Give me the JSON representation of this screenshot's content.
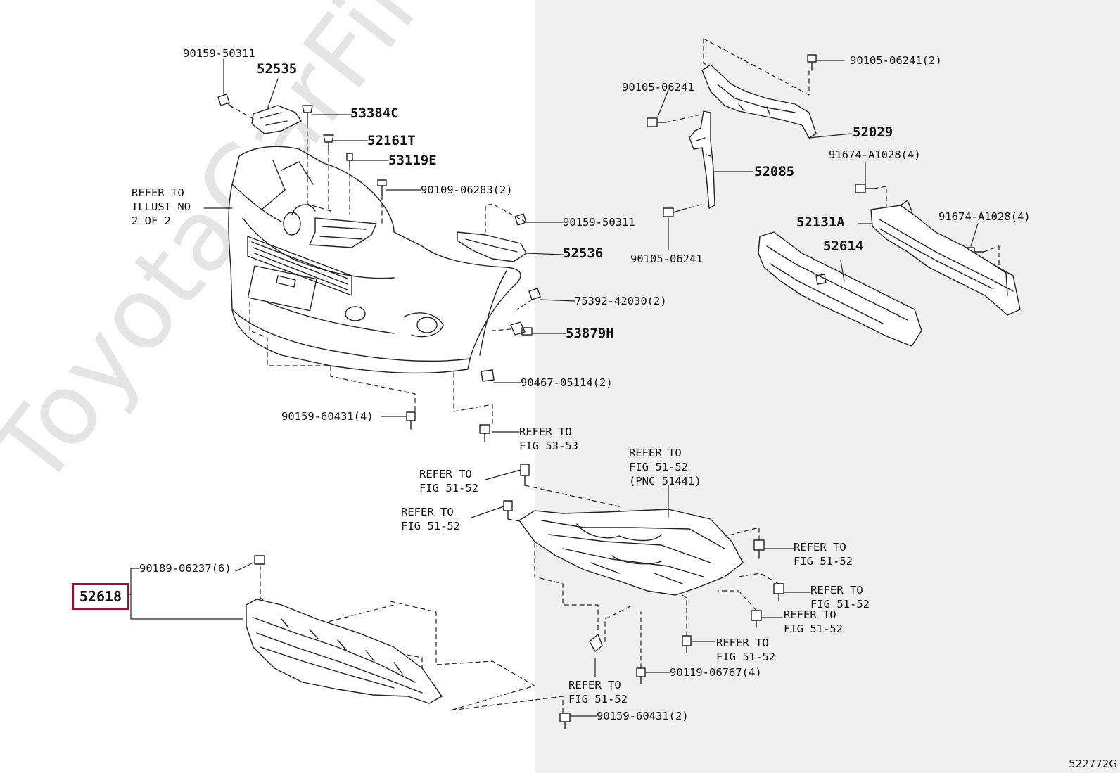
{
  "watermark": "ToyotaCarFine.ru",
  "diagram_code": "522772G",
  "selected_part": "52618",
  "labels": {
    "p90159_50311_a": "90159-50311",
    "p52535": "52535",
    "p53384c": "53384C",
    "p52161t": "52161T",
    "p53119e": "53119E",
    "p90109_06283": "90109-06283(2)",
    "refer_illust": "REFER TO\nILLUST NO\n2 OF 2",
    "p90159_50311_b": "90159-50311",
    "p52536": "52536",
    "p75392_42030": "75392-42030(2)",
    "p53879h": "53879H",
    "p90467_05114": "90467-05114(2)",
    "p90159_60431_4": "90159-60431(4)",
    "refer_53_53": "REFER TO\nFIG 53-53",
    "p90105_06241_2": "90105-06241(2)",
    "p90105_06241_top": "90105-06241",
    "p52029": "52029",
    "p52085": "52085",
    "p91674_a1028_a": "91674-A1028(4)",
    "p52131a": "52131A",
    "p52614": "52614",
    "p91674_a1028_b": "91674-A1028(4)",
    "p90105_06241_bot": "90105-06241",
    "refer_pnc": "REFER TO\nFIG 51-52\n(PNC 51441)",
    "refer_51_52_a": "REFER TO\nFIG 51-52",
    "refer_51_52_b": "REFER TO\nFIG 51-52",
    "refer_51_52_c": "REFER TO\nFIG 51-52",
    "refer_51_52_d": "REFER TO\nFIG 51-52",
    "refer_51_52_e": "REFER TO\nFIG 51-52",
    "refer_51_52_f": "REFER TO\nFIG 51-52",
    "refer_51_52_g": "REFER TO\nFIG 51-52",
    "p90189_06237": "90189-06237(6)",
    "p90119_06767": "90119-06767(4)",
    "p90159_60431_2": "90159-60431(2)"
  }
}
